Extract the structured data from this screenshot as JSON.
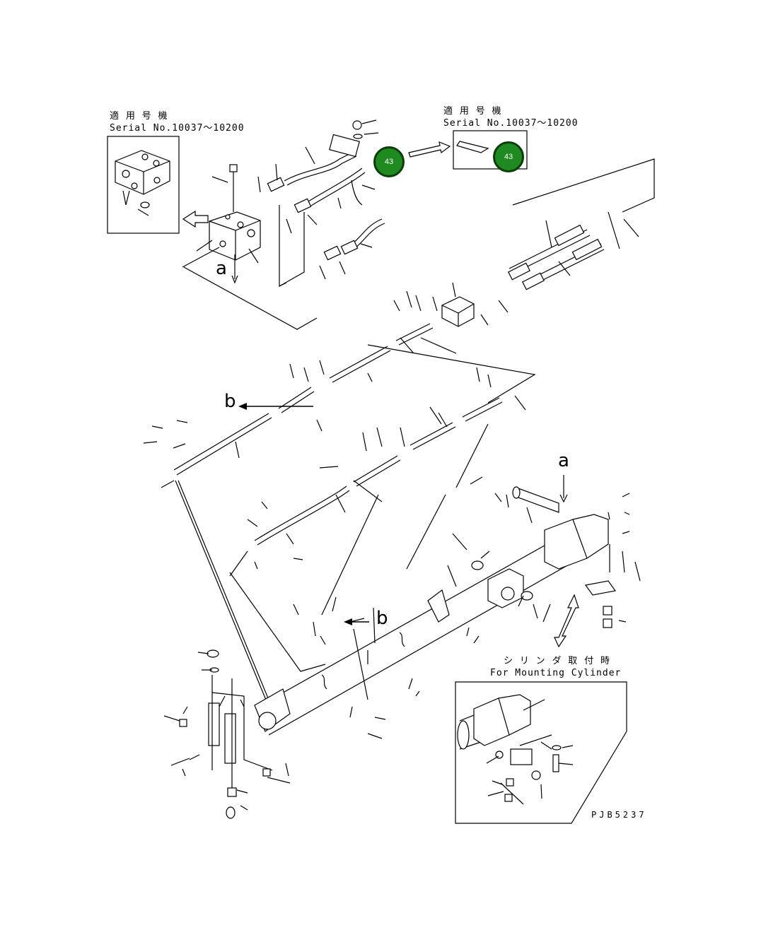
{
  "inset_top_left": {
    "line1": "適 用 号 機",
    "line2": "Serial No.10037～10200"
  },
  "inset_top_right": {
    "line1": "適 用 号 機",
    "line2": "Serial No.10037～10200"
  },
  "inset_bottom_right": {
    "line1": "シ リ ン ダ 取 付 時",
    "line2": "For Mounting Cylinder"
  },
  "view_labels": {
    "a_top": "a",
    "a_cyl": "a",
    "b_left": "b",
    "b_mid": "b"
  },
  "markers": [
    {
      "label": "43",
      "color": "#1f8a1f"
    },
    {
      "label": "43",
      "color": "#1f8a1f"
    }
  ],
  "drawing_code": "PJB5237"
}
